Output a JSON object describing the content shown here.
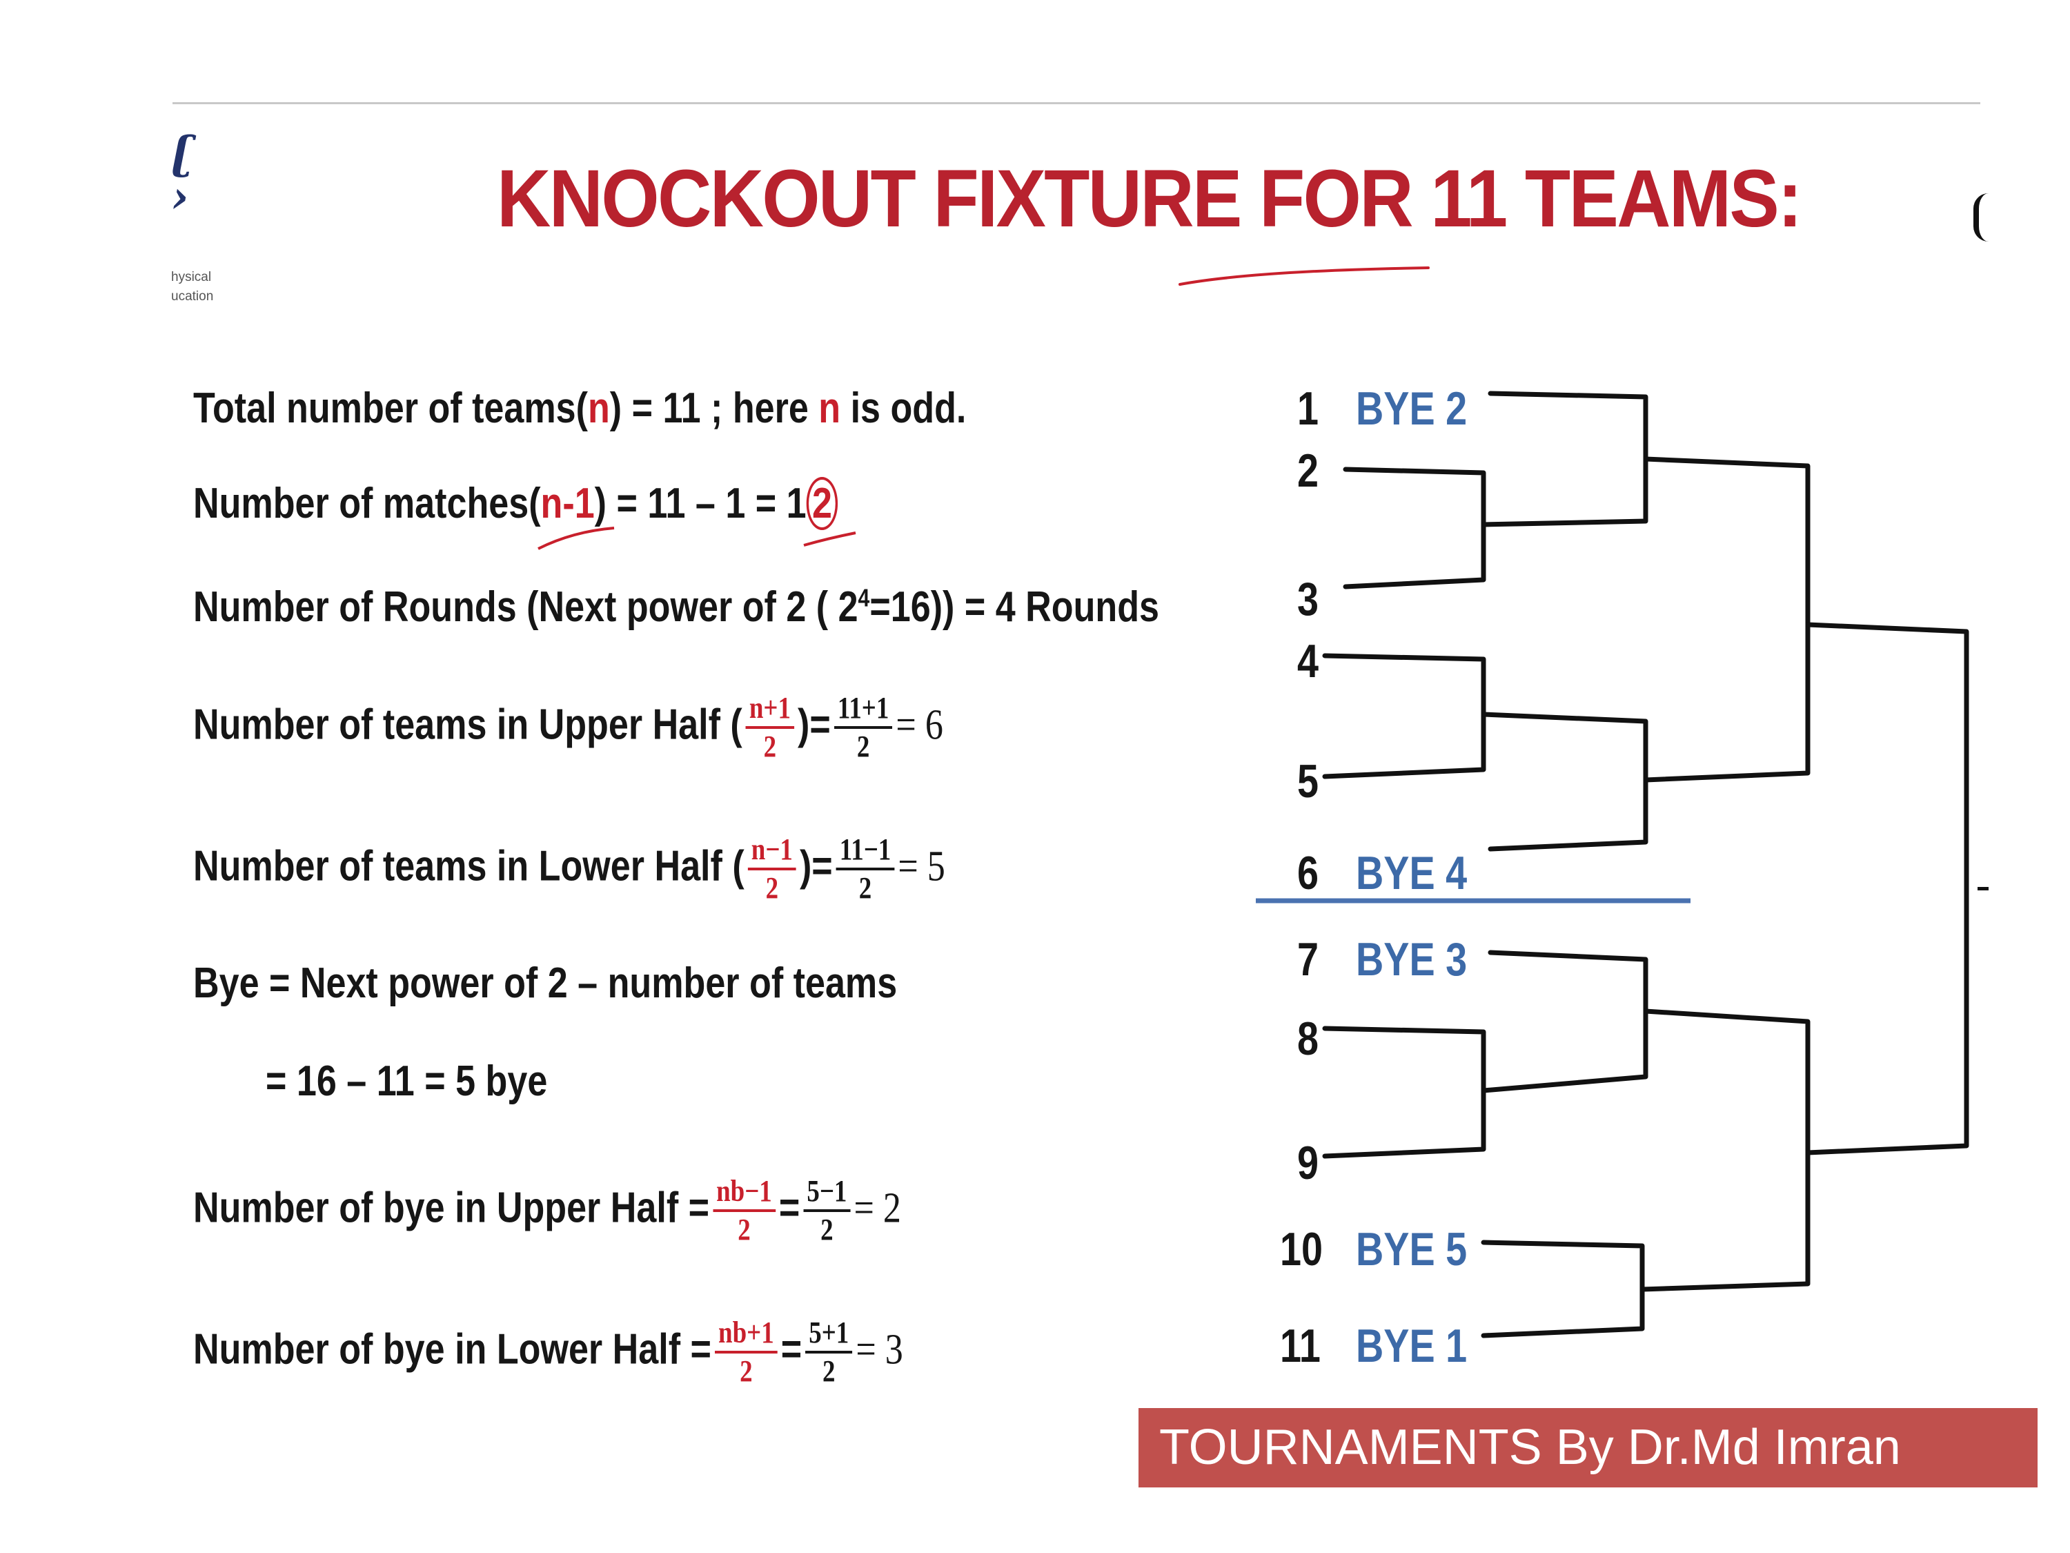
{
  "logo": {
    "glyph": "ʗ\n›",
    "line1": "hysical",
    "line2": "ucation"
  },
  "title": "KNOCKOUT FIXTURE FOR 11 TEAMS:",
  "lines": {
    "l1": {
      "a": "Total number of teams(",
      "n": "n",
      "b": ") = 11 ; here ",
      "n2": "n",
      "c": " is odd."
    },
    "l2": {
      "a": "Number of matches(",
      "n": "n-1",
      "b": ") = 11 – 1 = 1",
      "c": "2"
    },
    "l3": {
      "a": "Number of Rounds (Next power of 2 ( 2",
      "sup": "4",
      "b": "=16)) = 4 Rounds"
    },
    "l4": {
      "a": "Number of teams in Upper Half (",
      "num1": "n+1",
      "den1": "2",
      "b": ")=",
      "num2": "11+1",
      "den2": "2",
      "c": "= 6"
    },
    "l5": {
      "a": "Number of teams in Lower Half (",
      "num1": "n−1",
      "den1": "2",
      "b": ")=",
      "num2": "11−1",
      "den2": "2",
      "c": "= 5"
    },
    "l6": {
      "a": "Bye = Next power of 2 – number of teams"
    },
    "l7": {
      "a": "= 16 – 11 = 5 bye"
    },
    "l8": {
      "a": "Number of bye in Upper Half =",
      "num1": "nb−1",
      "den1": "2",
      "b": "=",
      "num2": "5−1",
      "den2": "2",
      "c": "= 2"
    },
    "l9": {
      "a": "Number of bye in Lower Half =",
      "num1": "nb+1",
      "den1": "2",
      "b": "=",
      "num2": "5+1",
      "den2": "2",
      "c": "= 3"
    }
  },
  "teams": [
    {
      "no": "1",
      "bye": "BYE 2"
    },
    {
      "no": "2",
      "bye": ""
    },
    {
      "no": "3",
      "bye": ""
    },
    {
      "no": "4",
      "bye": ""
    },
    {
      "no": "5",
      "bye": ""
    },
    {
      "no": "6",
      "bye": "BYE 4"
    },
    {
      "no": "7",
      "bye": "BYE 3"
    },
    {
      "no": "8",
      "bye": ""
    },
    {
      "no": "9",
      "bye": ""
    },
    {
      "no": "10",
      "bye": "BYE 5"
    },
    {
      "no": "11",
      "bye": "BYE 1"
    }
  ],
  "footer": "TOURNAMENTS By Dr.Md Imran",
  "colors": {
    "title": "#b8222e",
    "bye": "#3d6aa8",
    "divider": "#4a72b0",
    "footer_bg": "#c0504d"
  }
}
